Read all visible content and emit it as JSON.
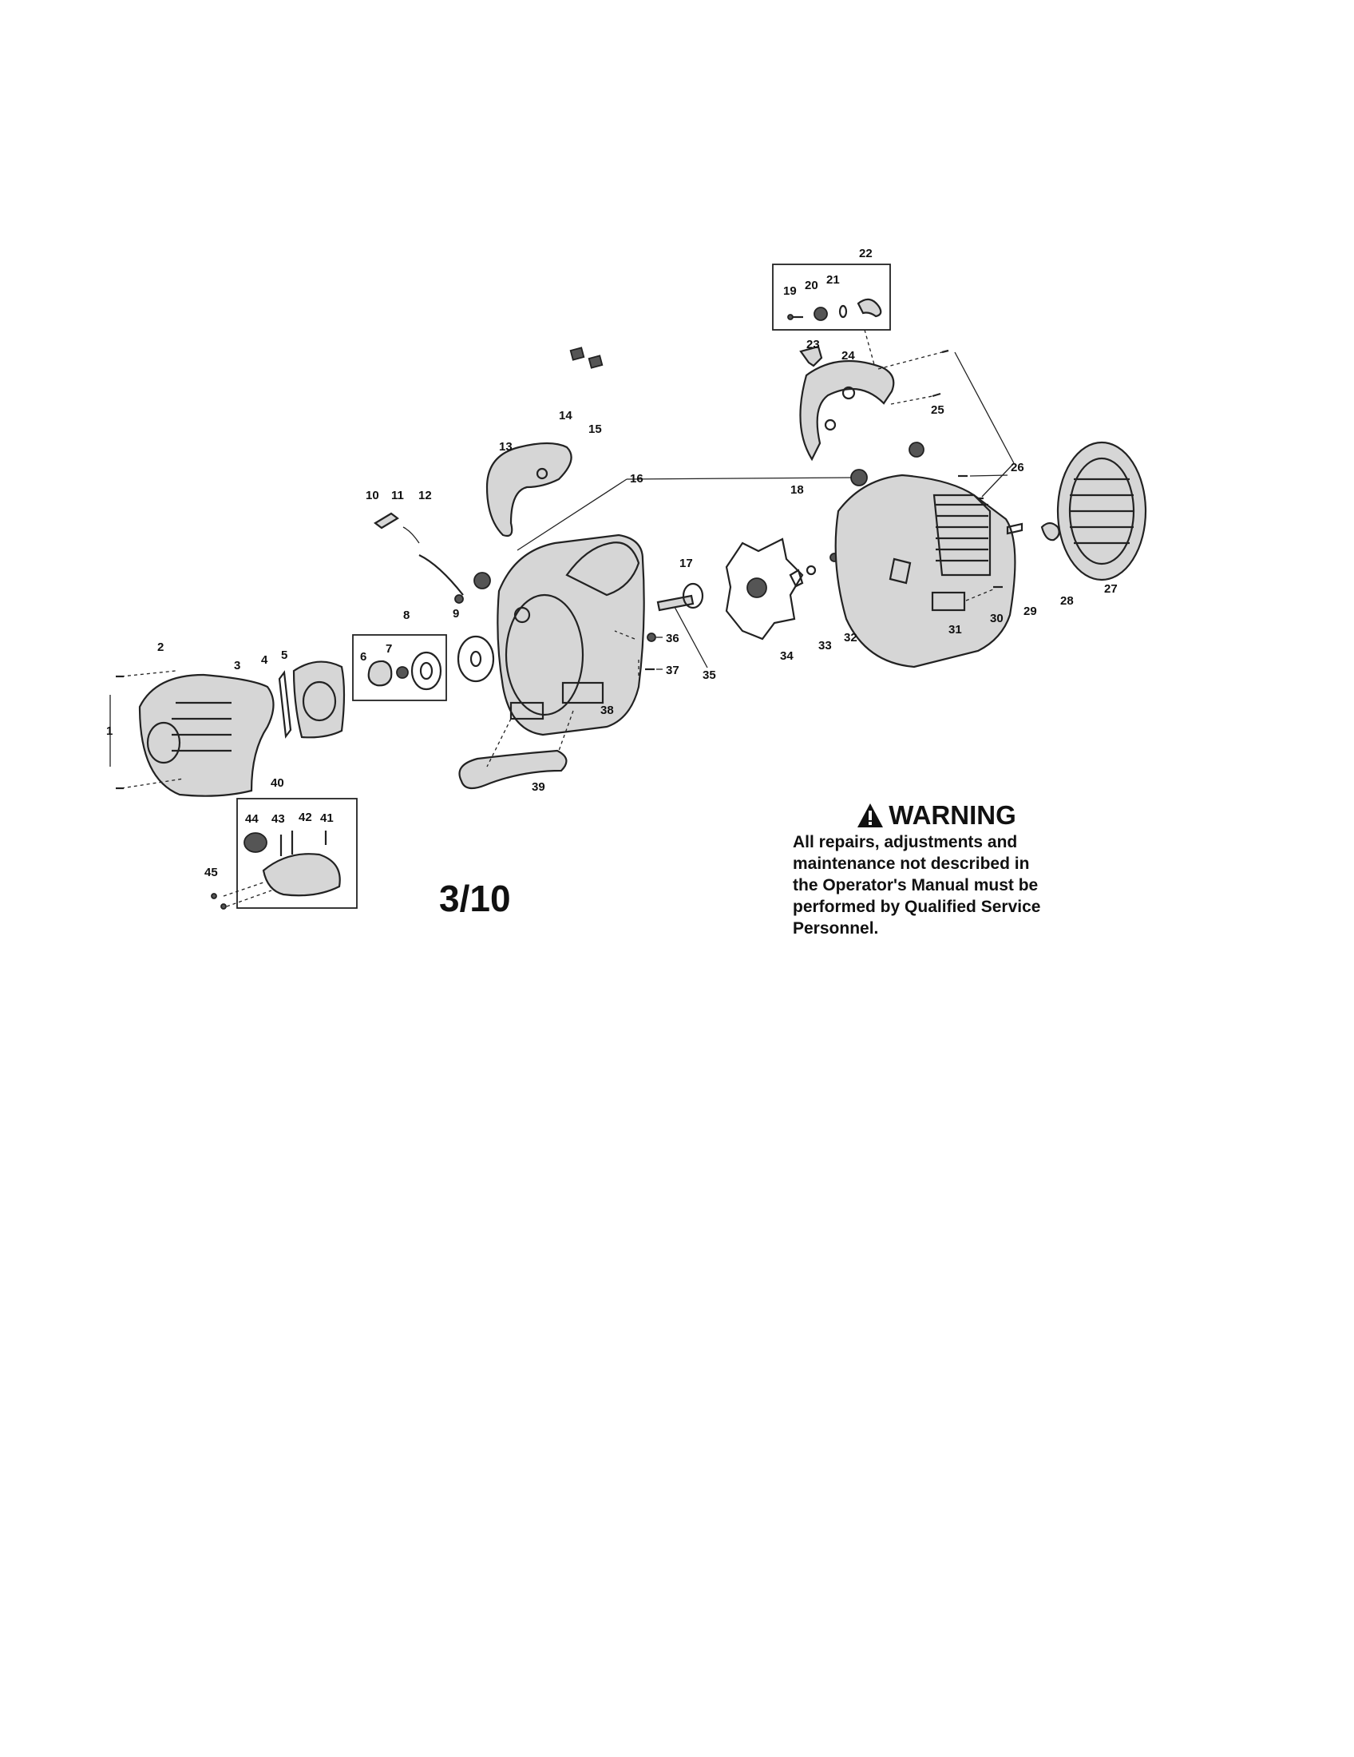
{
  "page_number": "3/10",
  "warning": {
    "heading": "WARNING",
    "body_lines": [
      "All repairs, adjustments and",
      "maintenance not described in",
      "the Operator's Manual must be",
      "performed by Qualified Service",
      "Personnel."
    ]
  },
  "callouts": {
    "c1": "1",
    "c2": "2",
    "c3": "3",
    "c4": "4",
    "c5": "5",
    "c6": "6",
    "c7": "7",
    "c8": "8",
    "c9": "9",
    "c10": "10",
    "c11": "11",
    "c12": "12",
    "c13": "13",
    "c14": "14",
    "c15": "15",
    "c16": "16",
    "c17": "17",
    "c18": "18",
    "c19": "19",
    "c20": "20",
    "c21": "21",
    "c22": "22",
    "c23": "23",
    "c24": "24",
    "c25": "25",
    "c26": "26",
    "c27": "27",
    "c28": "28",
    "c29": "29",
    "c30": "30",
    "c31": "31",
    "c32": "32",
    "c33": "33",
    "c34": "34",
    "c35": "35",
    "c36": "36",
    "c37": "37",
    "c38": "38",
    "c39": "39",
    "c40": "40",
    "c41": "41",
    "c42": "42",
    "c43": "43",
    "c44": "44",
    "c45": "45"
  }
}
